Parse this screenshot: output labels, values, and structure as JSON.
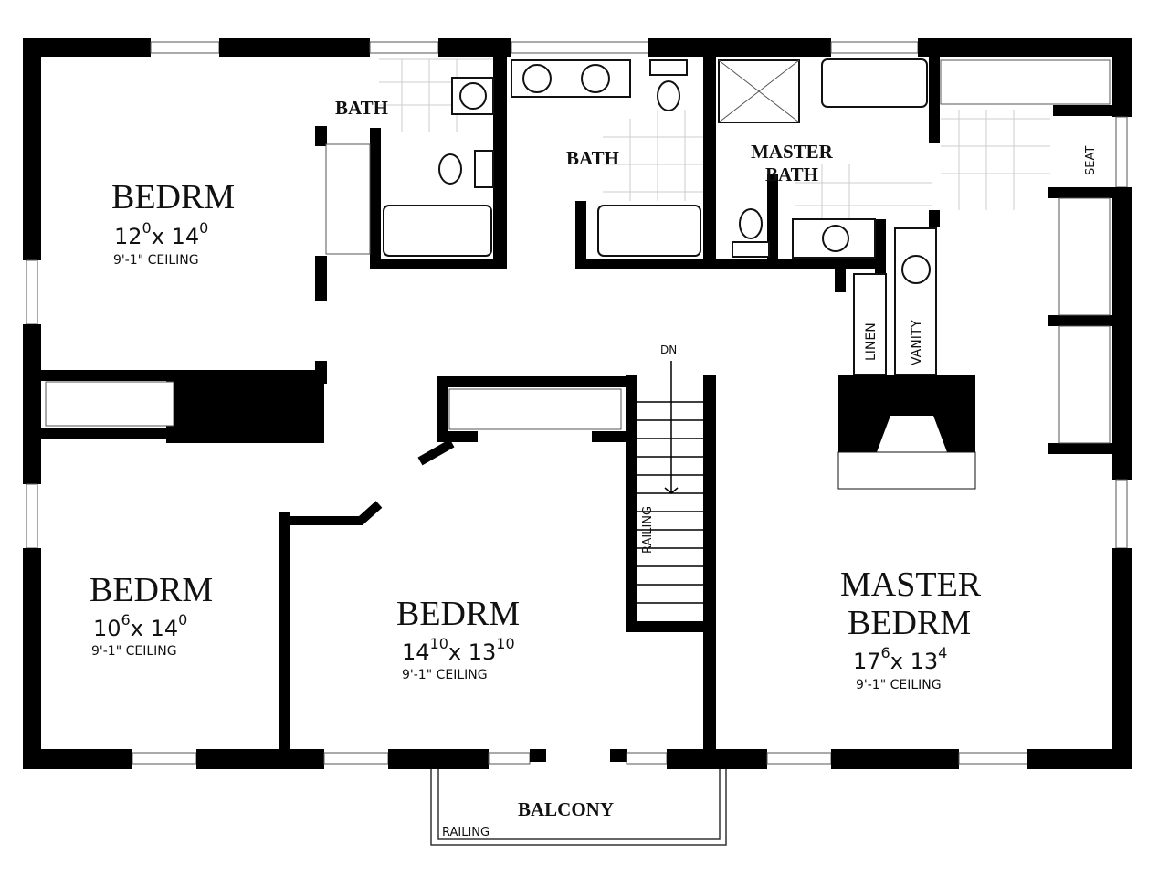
{
  "rooms": {
    "bedrm_nw": {
      "name": "BEDRM",
      "w": "12",
      "w_in": "0",
      "d": "14",
      "d_in": "0",
      "ceiling": "9'-1\" CEILING"
    },
    "bedrm_sw": {
      "name": "BEDRM",
      "w": "10",
      "w_in": "6",
      "d": "14",
      "d_in": "0",
      "ceiling": "9'-1\" CEILING"
    },
    "bedrm_mid": {
      "name": "BEDRM",
      "w": "14",
      "w_in": "10",
      "d": "13",
      "d_in": "10",
      "ceiling": "9'-1\" CEILING"
    },
    "master": {
      "name1": "MASTER",
      "name2": "BEDRM",
      "w": "17",
      "w_in": "6",
      "d": "13",
      "d_in": "4",
      "ceiling": "9'-1\" CEILING"
    },
    "bath1": "BATH",
    "bath2": "BATH",
    "master_bath1": "MASTER",
    "master_bath2": "BATH",
    "linen": "LINEN",
    "vanity": "VANITY",
    "seat": "SEAT",
    "balcony": "BALCONY",
    "railing_stair": "RAILING",
    "railing_balcony": "RAILING",
    "stair_dn": "DN"
  },
  "times": "x"
}
